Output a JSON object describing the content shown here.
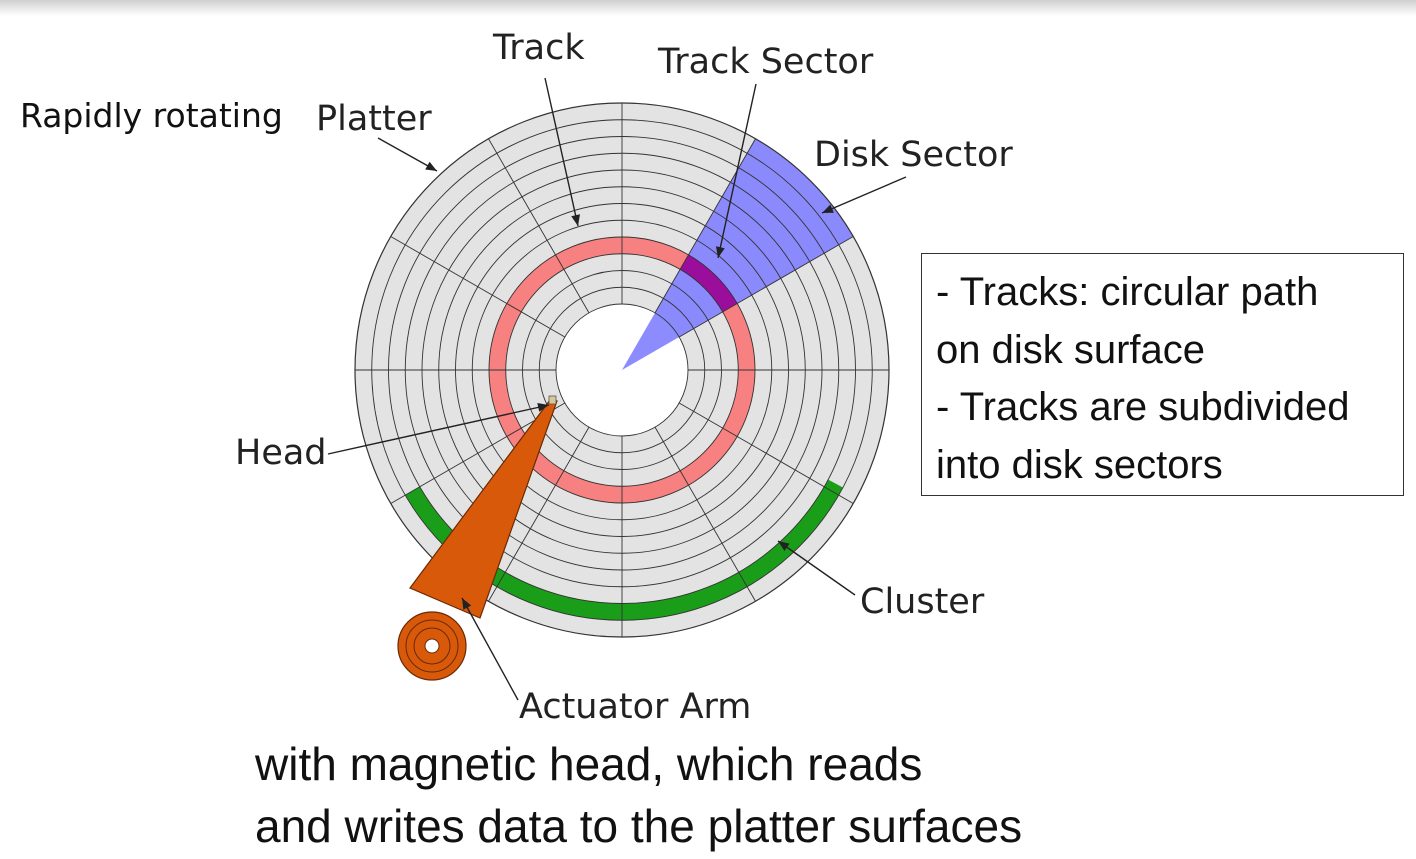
{
  "labels": {
    "track": "Track",
    "track_sector": "Track Sector",
    "disk_sector": "Disk Sector",
    "rapidly_rotating": "Rapidly rotating",
    "platter": "Platter",
    "head": "Head",
    "cluster": "Cluster",
    "actuator_arm": "Actuator Arm"
  },
  "info_box": {
    "lines": [
      "- Tracks: circular path",
      "on disk surface",
      "- Tracks are subdivided",
      "into disk sectors"
    ]
  },
  "caption": {
    "lines": [
      "with magnetic head, which reads",
      "and writes data to the platter surfaces"
    ]
  },
  "colors": {
    "platter": "#e3e3e3",
    "track_highlight": "#f78080",
    "disk_sector": "#7f7fff",
    "track_sector": "#9b0d9b",
    "cluster": "#1a9e1a",
    "actuator_arm": "#d9590b"
  },
  "icons": [
    "hard-disk-platter-diagram"
  ]
}
